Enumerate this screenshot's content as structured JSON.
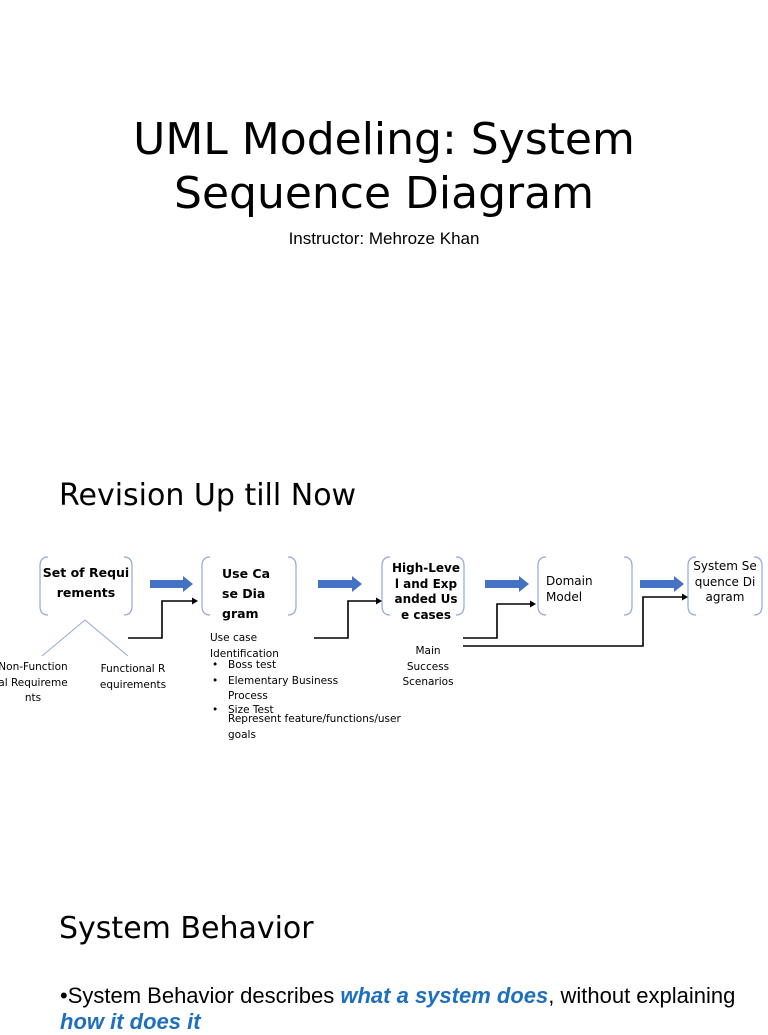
{
  "slide1": {
    "title_line1": "UML Modeling: System",
    "title_line2": "Sequence Diagram",
    "subtitle": "Instructor: Mehroze Khan"
  },
  "slide2": {
    "heading": "Revision Up till Now",
    "boxes": {
      "requirements": "Set of Requirements",
      "use_case_diagram": "Use Case Diagram",
      "high_level": "High-Level and Expanded Use cases",
      "domain_model": "Domain Model",
      "ssd": "System Sequence Diagram"
    },
    "non_functional": "Non-Functional Requirements",
    "functional": "Functional Requirements",
    "use_case_identification": "Use case Identification",
    "bullets": [
      "Boss test",
      "Elementary Business Process",
      "Size Test"
    ],
    "represent_mark": "",
    "represent_text": "Represent feature/functions/user goals",
    "main_success": "Main Success Scenarios"
  },
  "slide3": {
    "heading": "System Behavior",
    "bullet_mark": "•",
    "text_part1": "System Behavior describes ",
    "emph1": "what a system does",
    "text_part2": ", without explaining ",
    "emph2": "how it does it"
  },
  "colors": {
    "arrow": "#4472c4",
    "emphasis": "#1f6fbf",
    "bracket": "#8ea9d8"
  }
}
